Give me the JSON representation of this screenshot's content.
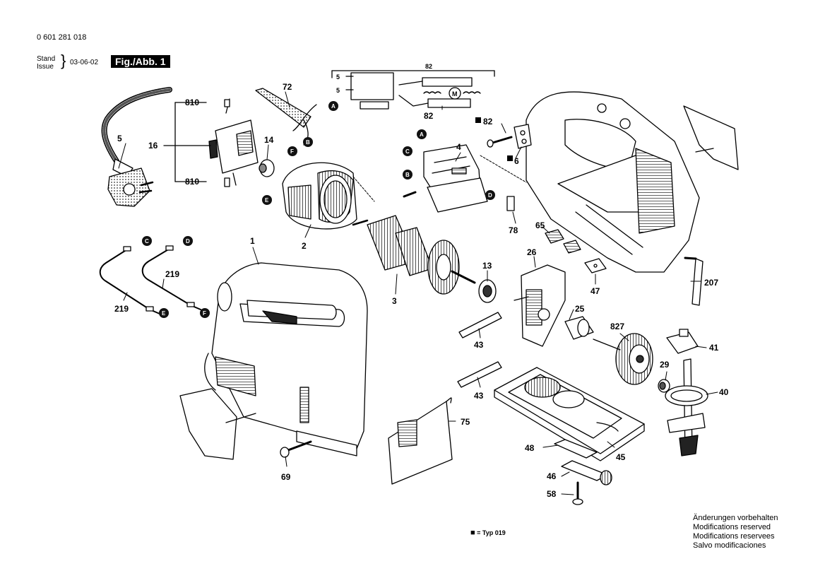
{
  "header": {
    "part_number": "0 601 281 018",
    "stand_label": "Stand",
    "issue_label": "Issue",
    "brace": "}",
    "date": "03-06-02",
    "figure": "Fig./Abb. 1"
  },
  "legend": {
    "square": "■",
    "text": "= Typ 019"
  },
  "modifications": [
    "Änderungen vorbehalten",
    "Modifications reserved",
    "Modifications reservees",
    "Salvo modificaciones"
  ],
  "callouts": [
    "1",
    "2",
    "3",
    "4",
    "5",
    "6",
    "13",
    "14",
    "16",
    "25",
    "26",
    "29",
    "40",
    "41",
    "43",
    "45",
    "46",
    "47",
    "48",
    "58",
    "65",
    "69",
    "72",
    "75",
    "78",
    "82",
    "207",
    "219",
    "810",
    "827"
  ],
  "markers": [
    "A",
    "B",
    "C",
    "D",
    "E",
    "F"
  ],
  "schematic": {
    "top_label": "82",
    "bottom_label": "82",
    "motor_label": "M",
    "pin_label": "5"
  }
}
